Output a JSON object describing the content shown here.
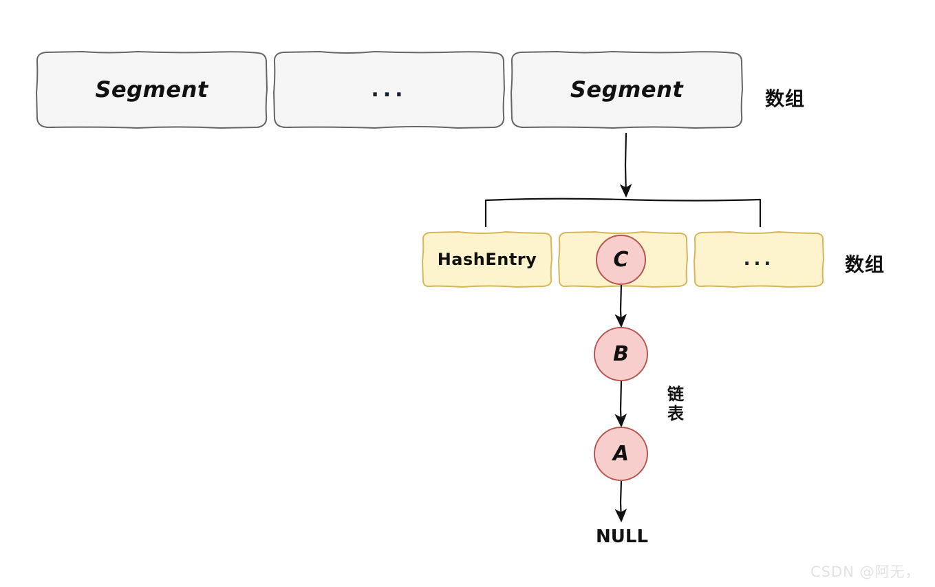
{
  "diagram": {
    "title": "ConcurrentHashMap Segment / HashEntry structure",
    "colors": {
      "segment_fill": "#f5f5f5",
      "segment_stroke": "#666666",
      "entry_fill": "#fdf3cd",
      "entry_stroke": "#d6b656",
      "node_fill": "#f8cecc",
      "node_stroke": "#b85450",
      "arrow": "#111111",
      "watermark": "#e2e2e4"
    },
    "segment_row": {
      "boxes": [
        {
          "label": "Segment"
        },
        {
          "label": "..."
        },
        {
          "label": "Segment"
        }
      ],
      "side_label": "数组"
    },
    "entry_row": {
      "boxes": [
        {
          "label": "HashEntry"
        },
        {
          "label": ""
        },
        {
          "label": "..."
        }
      ],
      "side_label": "数组"
    },
    "chain": {
      "nodes": [
        {
          "label": "C"
        },
        {
          "label": "B"
        },
        {
          "label": "A"
        }
      ],
      "terminator": "NULL",
      "side_label": "链\n表"
    },
    "watermark": "CSDN @阿无，"
  }
}
